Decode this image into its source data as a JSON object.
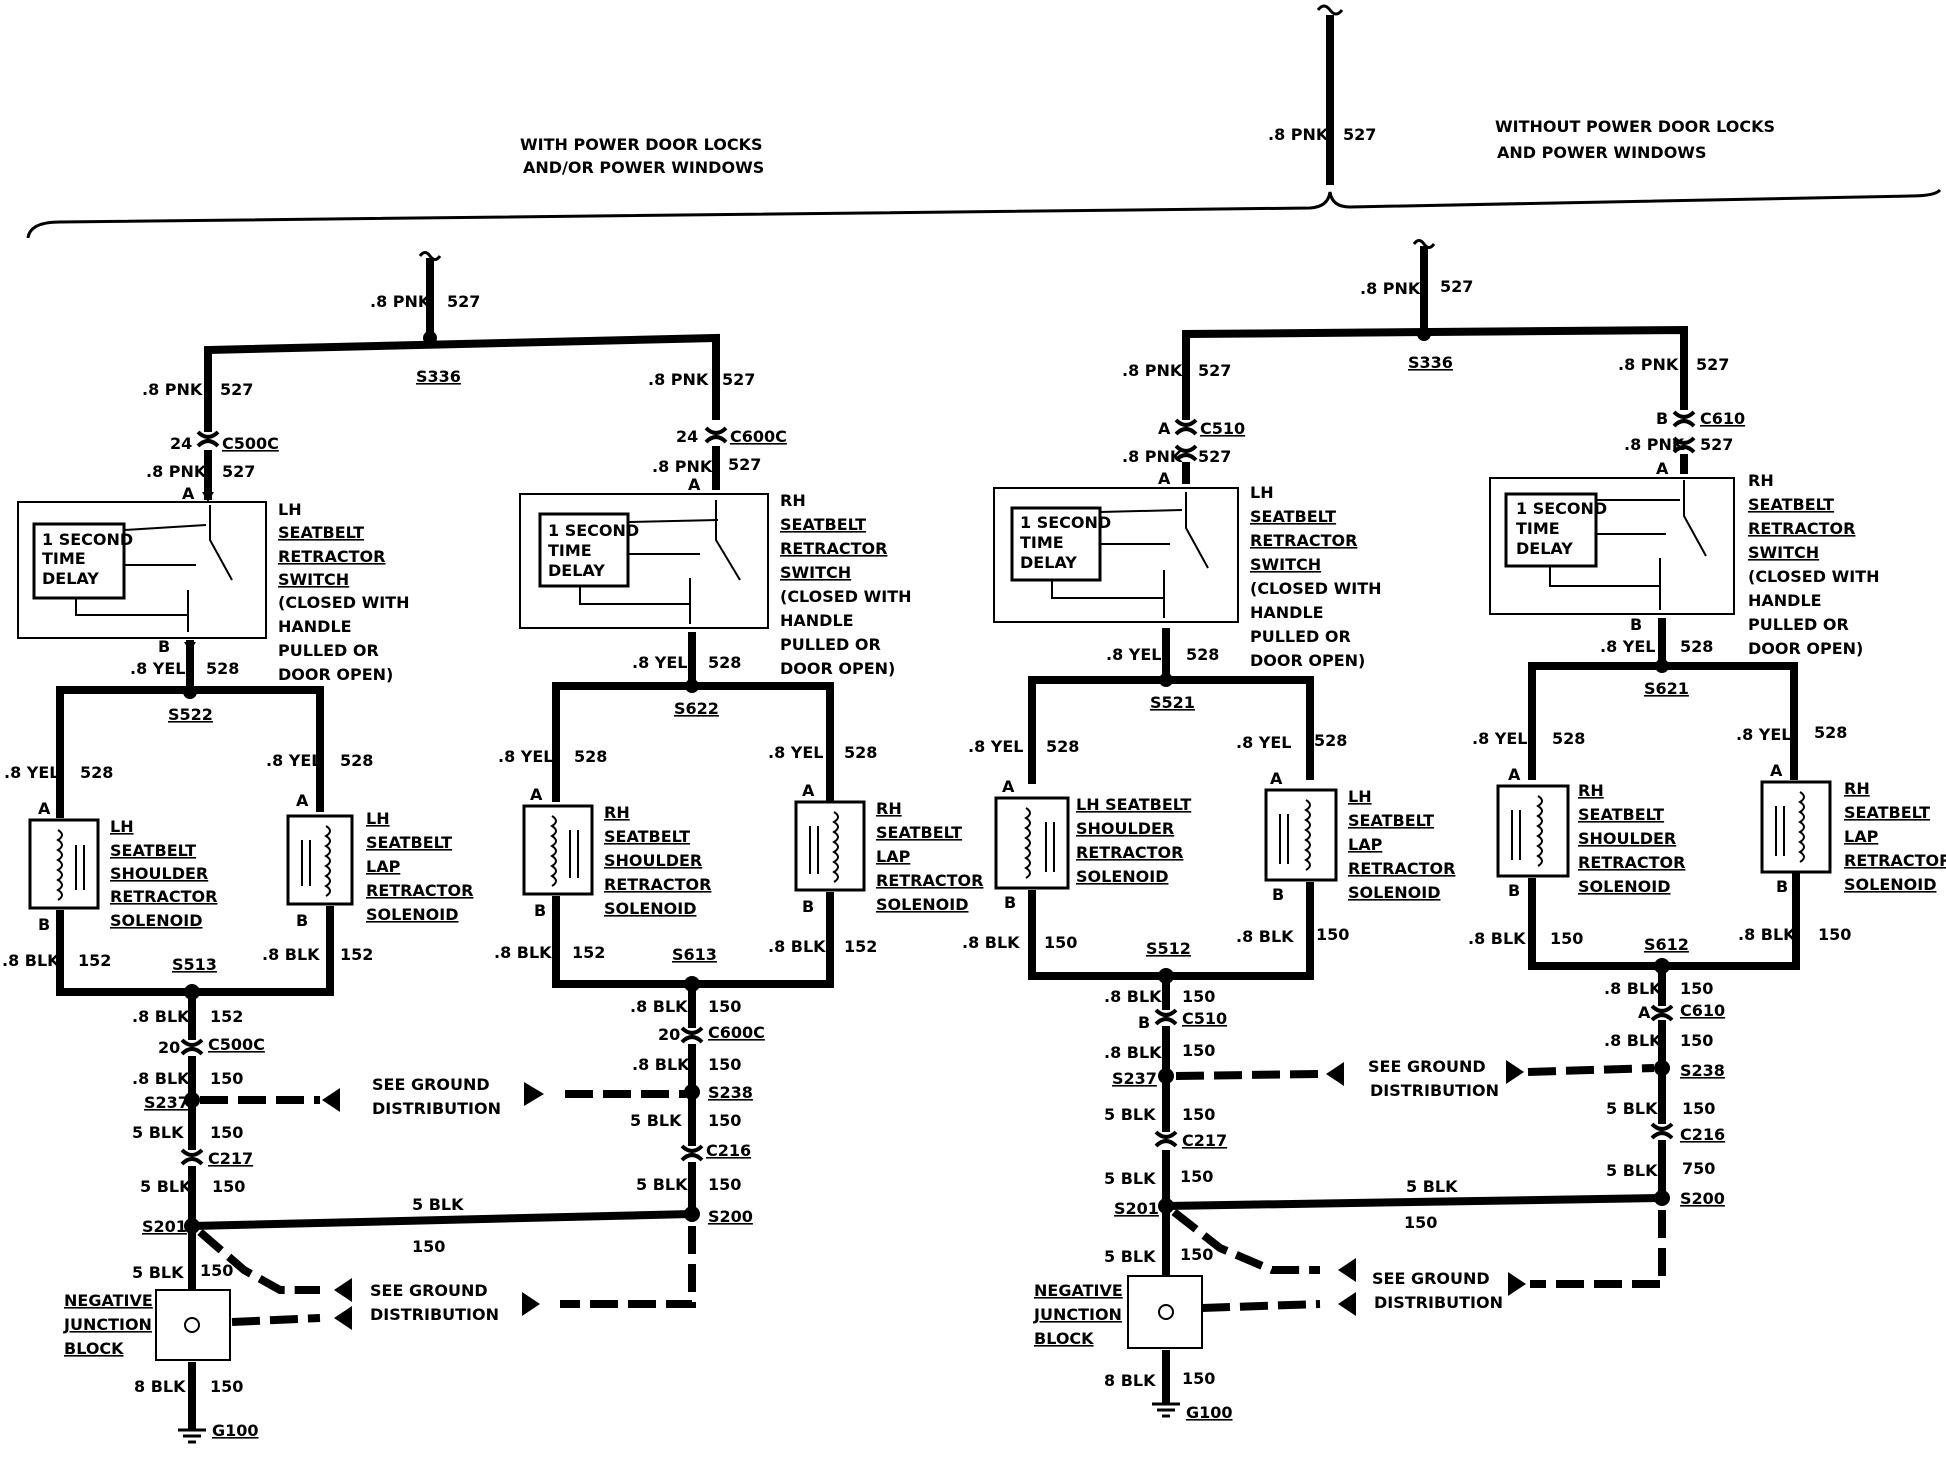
{
  "header": {
    "left": [
      "WITH POWER DOOR LOCKS",
      "AND/OR POWER WINDOWS"
    ],
    "right": [
      "WITHOUT POWER DOOR LOCKS",
      "AND POWER WINDOWS"
    ],
    "top_wire": ".8 PNK",
    "top_circuit": "527"
  },
  "wires": {
    "pnk": ".8 PNK",
    "yel": ".8 YEL",
    "blk8": ".8 BLK",
    "blk5": "5 BLK",
    "blk8big": "8 BLK",
    "c527": "527",
    "c528": "528",
    "c152": "152",
    "c150": "150",
    "c750": "750"
  },
  "text": {
    "delay": [
      "1 SECOND",
      "TIME",
      "DELAY"
    ],
    "closed": [
      "(CLOSED WITH",
      "HANDLE",
      "PULLED OR",
      "DOOR OPEN)"
    ],
    "see_ground": [
      "SEE GROUND",
      "DISTRIBUTION"
    ],
    "njb": [
      "NEGATIVE",
      "JUNCTION",
      "BLOCK"
    ],
    "lh": "LH",
    "rh": "RH",
    "seatbelt": "SEATBELT",
    "retractor": "RETRACTOR",
    "switch": "SWITCH",
    "shoulder": "SHOULDER",
    "lap": "LAP",
    "solenoid": "SOLENOID",
    "lh_seatbelt": "LH SEATBELT",
    "pins": {
      "a": "A",
      "b": "B",
      "p24": "24",
      "p20": "20"
    }
  },
  "splices": {
    "S336": "S336",
    "S522": "S522",
    "S622": "S622",
    "S521": "S521",
    "S621": "S621",
    "S513": "S513",
    "S613": "S613",
    "S512": "S512",
    "S612": "S612",
    "S237": "S237",
    "S238": "S238",
    "S201": "S201",
    "S200": "S200"
  },
  "connectors": {
    "C500C": "C500C",
    "C600C": "C600C",
    "C510": "C510",
    "C610": "C610",
    "C217": "C217",
    "C216": "C216"
  },
  "ground": "G100"
}
